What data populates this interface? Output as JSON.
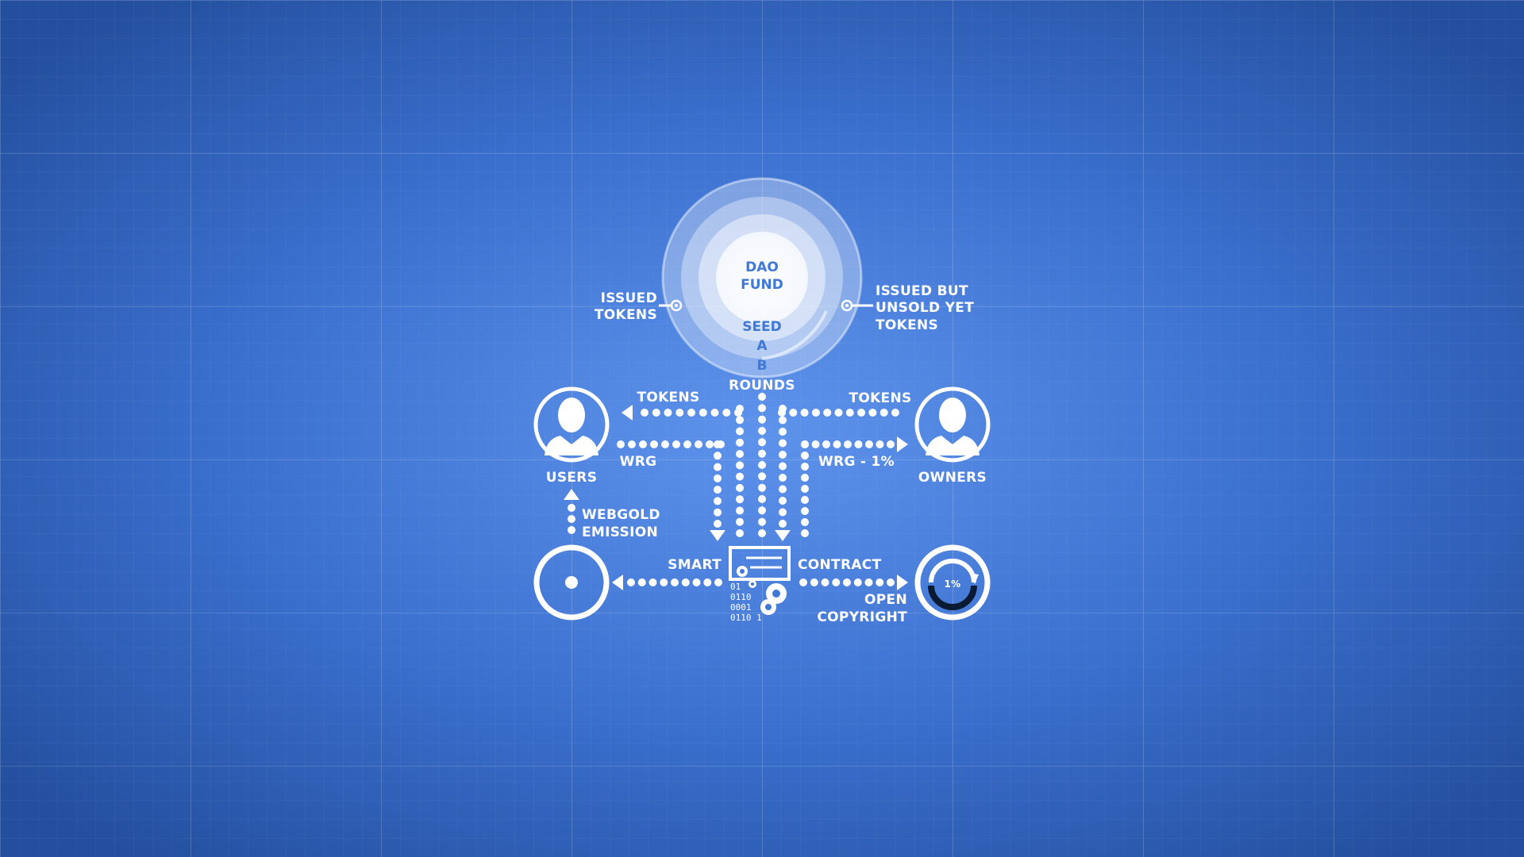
{
  "colors": {
    "background_center": "#5e93ec",
    "background_edge": "#244f9e",
    "line": "#ffffff",
    "accent": "#3f78d6"
  },
  "center": {
    "title_line1": "DAO",
    "title_line2": "FUND",
    "seed": "SEED",
    "round_a": "A",
    "round_b": "B",
    "rounds": "ROUNDS"
  },
  "left_note": {
    "line1": "ISSUED",
    "line2": "TOKENS"
  },
  "right_note": {
    "line1": "ISSUED BUT",
    "line2": "UNSOLD YET",
    "line3": "TOKENS"
  },
  "users": {
    "label": "USERS",
    "icon": "user-icon"
  },
  "owners": {
    "label": "OWNERS",
    "icon": "user-icon"
  },
  "flows": {
    "tokens_left": "TOKENS",
    "tokens_right": "TOKENS",
    "wrg_left": "WRG",
    "wrg_right": "WRG - 1%",
    "emission_line1": "WEBGOLD",
    "emission_line2": "EMISSION"
  },
  "smart_contract": {
    "left_label": "SMART",
    "right_label": "CONTRACT",
    "icon": "smart-contract-icon",
    "binary": [
      "01",
      "0110",
      "0001",
      "0110 1"
    ]
  },
  "open_copyright": {
    "line1": "OPEN",
    "line2": "COPYRIGHT",
    "badge": "1%",
    "icon": "refresh-percent-icon"
  },
  "webgold_node": {
    "icon": "target-circle-icon"
  }
}
